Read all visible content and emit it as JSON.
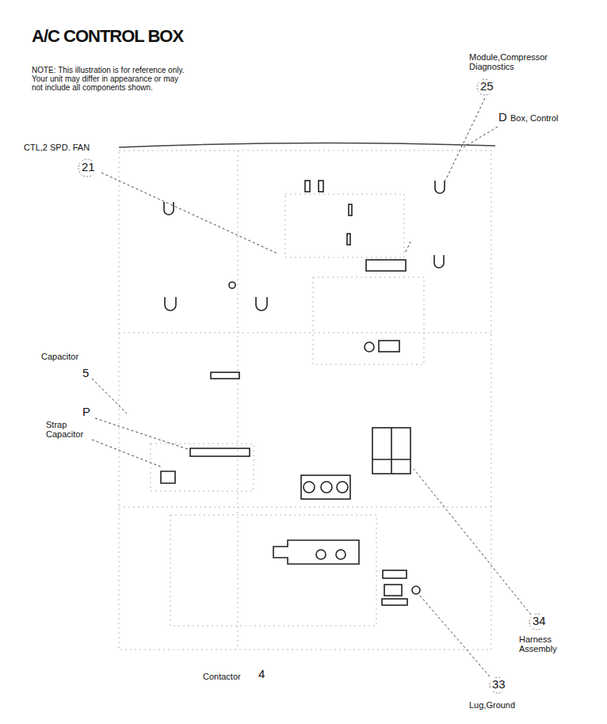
{
  "diagram": {
    "title": "A/C CONTROL BOX",
    "labels": [
      "NOTE: This illustration is for reference only. Your unit may differ in appearance or may not include all components shown.",
      "Module,Compressor Diagnostics",
      "25",
      "D",
      "Box, Control",
      "CTL,2 SPD. FAN",
      "21",
      "Capacitor",
      "5",
      "P",
      "Strap Capacitor",
      "34",
      "Harness Assembly",
      "Contactor",
      "4",
      "33",
      "Lug,Ground"
    ]
  }
}
